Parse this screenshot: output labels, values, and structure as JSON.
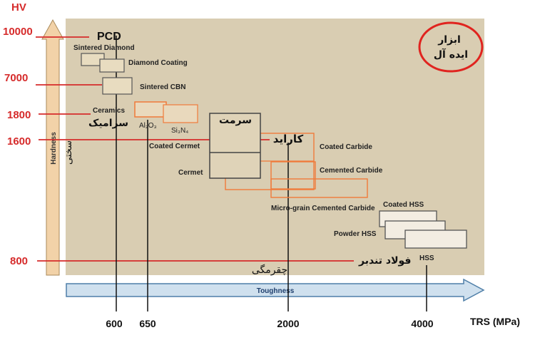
{
  "axes": {
    "hv_unit": "HV",
    "trs_unit": "TRS (MPa)",
    "hardness_label": "Hardness",
    "hardness_label_fa": "سختی",
    "toughness_label": "Toughness",
    "toughness_label_fa": "چقرمگی"
  },
  "hv_values": [
    "10000",
    "7000",
    "1800",
    "1600",
    "800"
  ],
  "trs_values": [
    "600",
    "650",
    "2000",
    "4000"
  ],
  "materials": {
    "pcd": "PCD",
    "sintered_diamond": "Sintered Diamond",
    "diamond_coating": "Diamond Coating",
    "sintered_cbn": "Sintered CBN",
    "ceramics": "Ceramics",
    "ceramics_fa": "سرامیک",
    "al2o3": "Al₂O₃",
    "si3n4": "Si₃N₄",
    "cermet_fa": "سرمت",
    "coated_cermet": "Coated Cermet",
    "cermet": "Cermet",
    "carbide_fa": "کاراید",
    "coated_carbide": "Coated Carbide",
    "cemented_carbide": "Cemented Carbide",
    "micro_grain": "Micro-grain Cemented Carbide",
    "coated_hss": "Coated HSS",
    "powder_hss": "Powder HSS",
    "hss": "HSS",
    "hss_fa": "فولاد تندبر"
  },
  "logo_text": [
    "ابزار",
    "ایده آل"
  ],
  "colors": {
    "panel": "#d9cdb2",
    "red": "#d62b2b",
    "orange": "#f07a3a",
    "arrow_fill": "#cfe0ee",
    "arrow_stroke": "#4f7fa8",
    "vertical_arrow": "#f2d2a8"
  }
}
